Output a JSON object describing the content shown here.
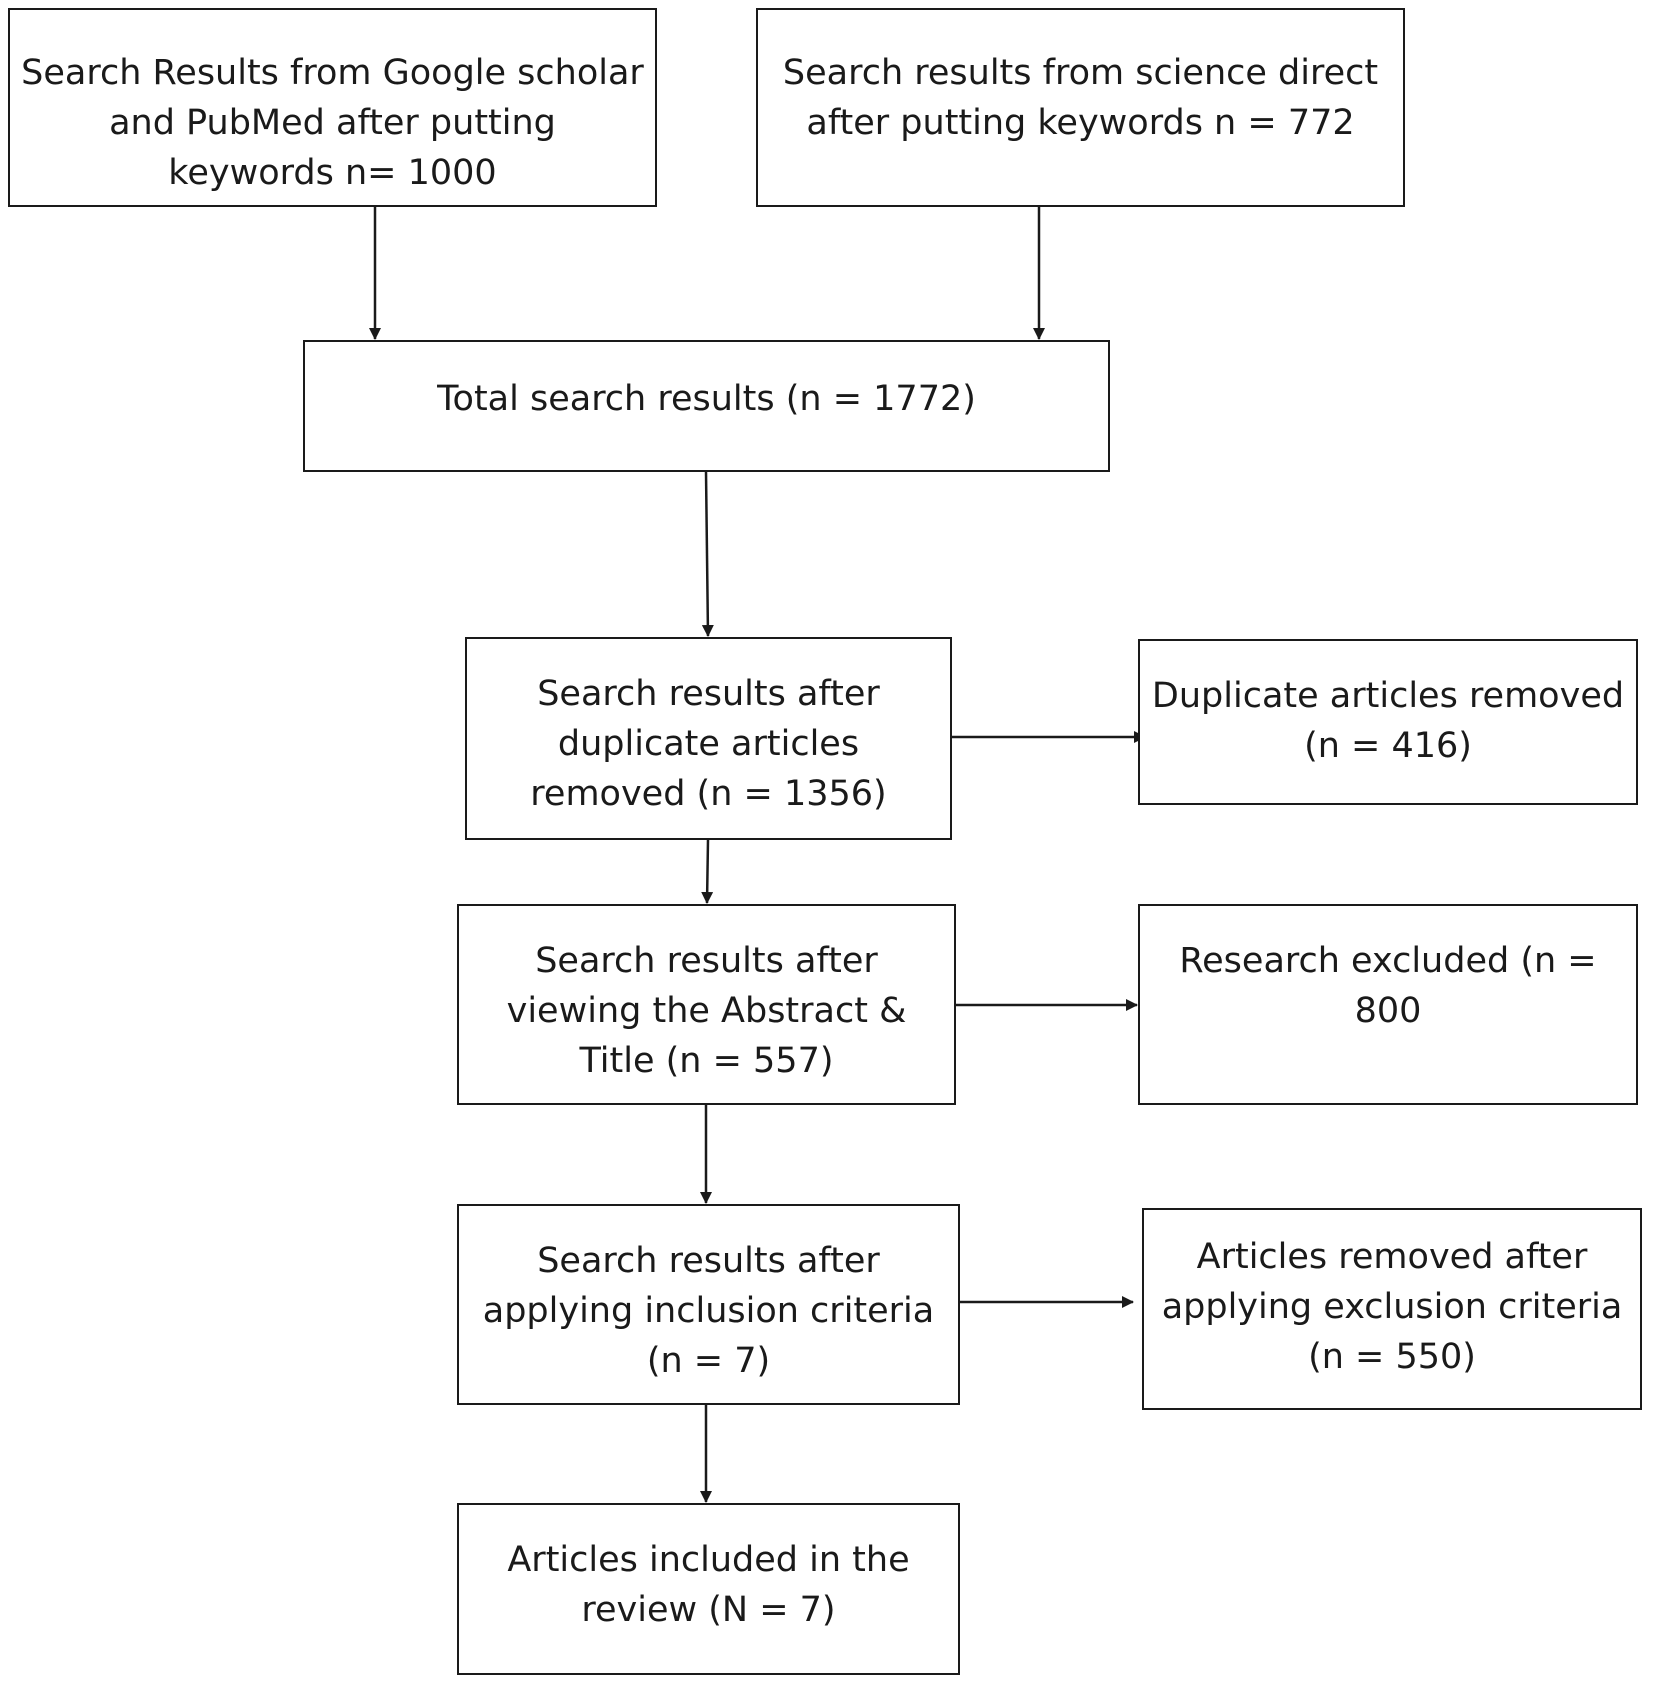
{
  "boxes": {
    "google_scholar_pubmed": {
      "lines": [
        "Search Results from Google scholar",
        "and PubMed after putting",
        "keywords n= 1000"
      ]
    },
    "science_direct": {
      "lines": [
        "Search results from science direct",
        "after putting keywords n = 772"
      ]
    },
    "total": {
      "lines": [
        "Total search results (n = 1772)"
      ]
    },
    "after_duplicates": {
      "lines": [
        "Search results after",
        "duplicate articles",
        "removed (n = 1356)"
      ]
    },
    "duplicates_removed": {
      "lines": [
        "Duplicate articles removed",
        "(n = 416)"
      ]
    },
    "after_abstract_title": {
      "lines": [
        "Search results after",
        "viewing the Abstract &",
        "Title (n = 557)"
      ]
    },
    "research_excluded": {
      "lines": [
        "Research excluded (n =",
        "800"
      ]
    },
    "after_inclusion": {
      "lines": [
        "Search results after",
        "applying inclusion criteria",
        "(n = 7)"
      ]
    },
    "removed_exclusion": {
      "lines": [
        "Articles removed after",
        "applying exclusion criteria",
        "(n = 550)"
      ]
    },
    "included": {
      "lines": [
        "Articles included in the",
        "review (N = 7)"
      ]
    }
  }
}
